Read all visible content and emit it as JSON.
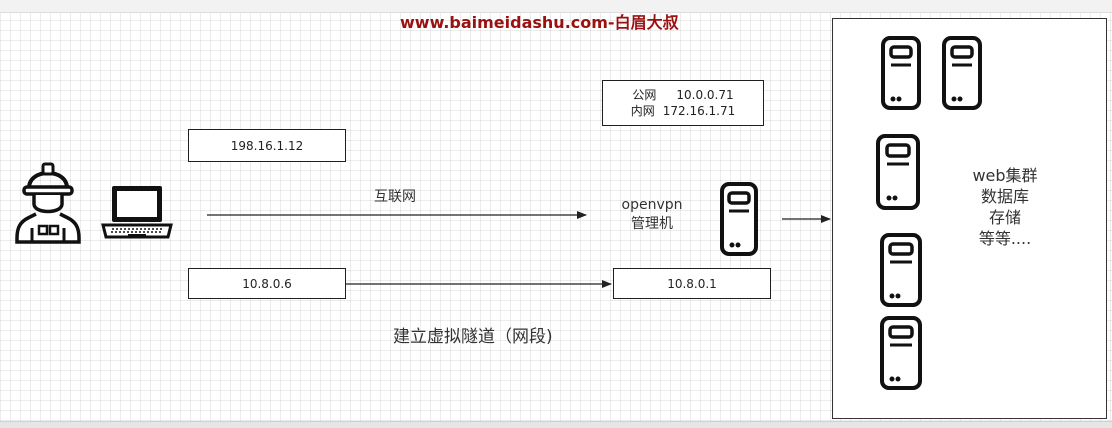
{
  "watermark": "www.baimeidashu.com-白眉大叔",
  "client": {
    "public_ip": "198.16.1.12",
    "tunnel_ip": "10.8.0.6",
    "icons": [
      "engineer-icon",
      "laptop-icon"
    ]
  },
  "links": {
    "internet_label": "互联网",
    "tunnel_label": "建立虚拟隧道（网段)"
  },
  "server": {
    "name_line1": "openvpn",
    "name_line2": "管理机",
    "public_label": "公网",
    "public_ip": "10.0.0.71",
    "private_label": "内网",
    "private_ip": "172.16.1.71",
    "tunnel_ip": "10.8.0.1",
    "icon": "server-tower-icon"
  },
  "cluster": {
    "lines": [
      "web集群",
      "数据库",
      "存储",
      "等等...."
    ],
    "icon": "server-tower-icon"
  }
}
